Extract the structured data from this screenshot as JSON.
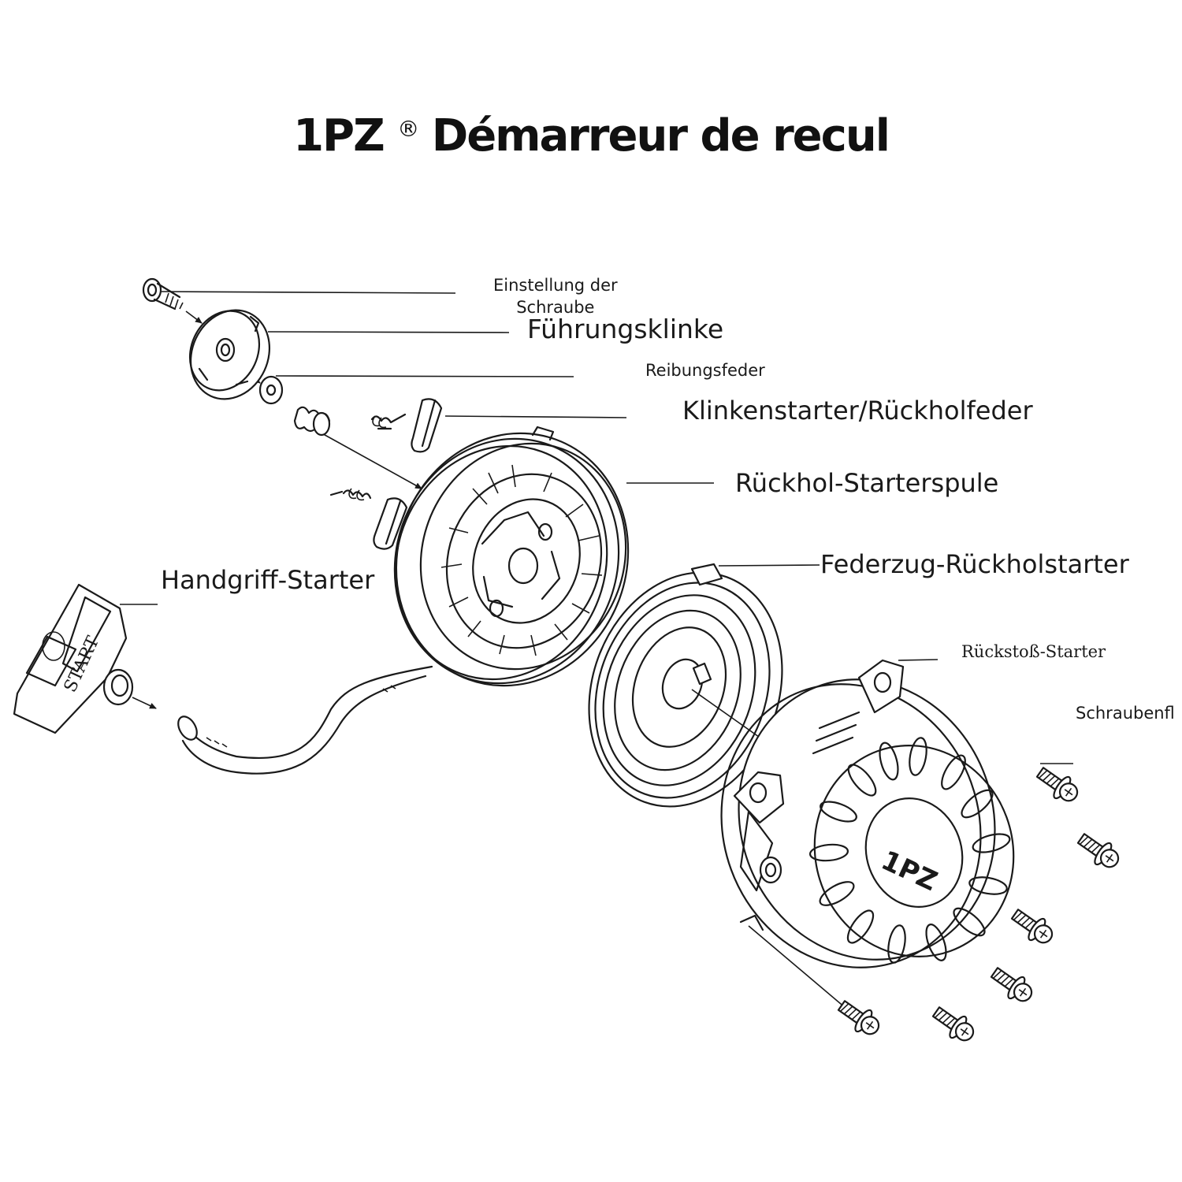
{
  "title": {
    "brand": "1PZ",
    "mark": "®",
    "text": "Démarreur de recul"
  },
  "labels": {
    "screw_line1": "Einstellung der",
    "screw_line2": "Schraube",
    "pawl": "Führungsklinke",
    "friction": "Reibungsfeder",
    "ratchet": "Klinkenstarter/Rückholfeder",
    "spool": "Rückhol-Starterspule",
    "spring": "Federzug-Rückholstarter",
    "handle": "Handgriff-Starter",
    "housing": "Rückstoß-Starter",
    "bolts": "Schraubenfl"
  },
  "embossed": {
    "handle_text": "START",
    "housing_logo": "1PZ"
  }
}
